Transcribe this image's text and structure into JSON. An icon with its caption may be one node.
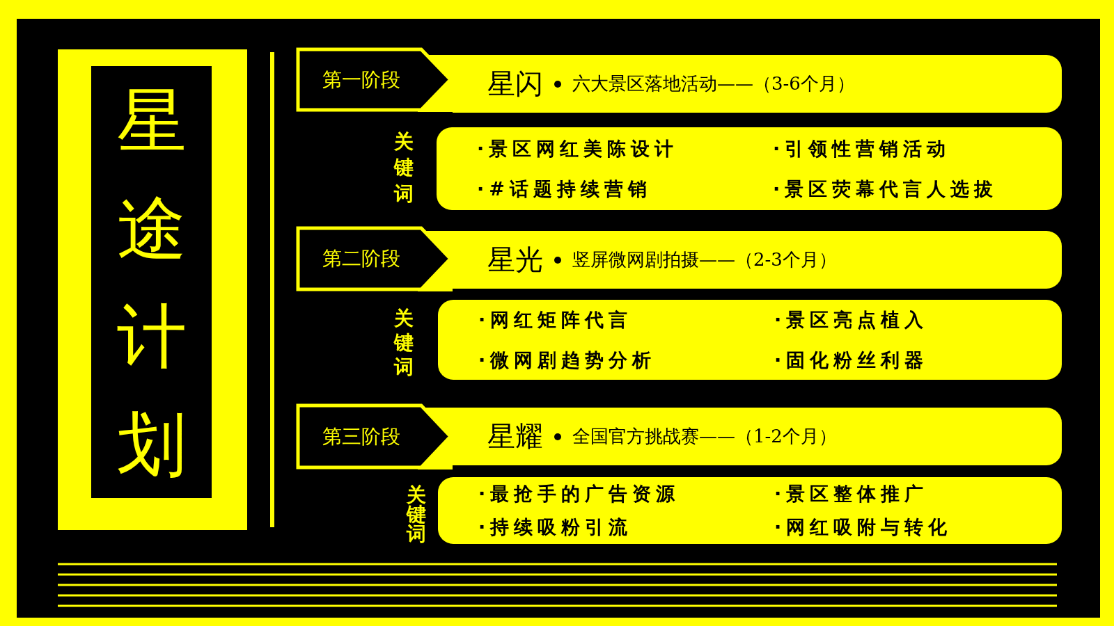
{
  "diagram": {
    "nodes": [
      {
        "text": [
          "星途计划"
        ]
      },
      {
        "text": [
          "第一阶段"
        ]
      },
      {
        "text": [
          "星闪",
          "六大景区落地活动——（3-6个月）"
        ]
      },
      {
        "text": [
          "·景区网红美陈设计",
          "·引领性营销活动",
          "·#话题持续营销",
          "·景区荧幕代言人选拔"
        ],
        "beside": [
          "关键词"
        ]
      },
      {
        "text": [
          "第二阶段"
        ]
      },
      {
        "text": [
          "星光",
          "竖屏微网剧拍摄——（2-3个月）"
        ]
      },
      {
        "text": [
          "·网红矩阵代言",
          "·景区亮点植入",
          "·微网剧趋势分析",
          "·固化粉丝利器"
        ],
        "beside": [
          "关键词"
        ]
      },
      {
        "text": [
          "第三阶段"
        ]
      },
      {
        "text": [
          "星耀",
          "全国官方挑战赛——（1-2个月）"
        ]
      },
      {
        "text": [
          "·最抢手的广告资源",
          "·景区整体推广",
          "·持续吸粉引流",
          "·网红吸附与转化"
        ],
        "beside": [
          "关键词"
        ]
      }
    ],
    "edges": []
  }
}
